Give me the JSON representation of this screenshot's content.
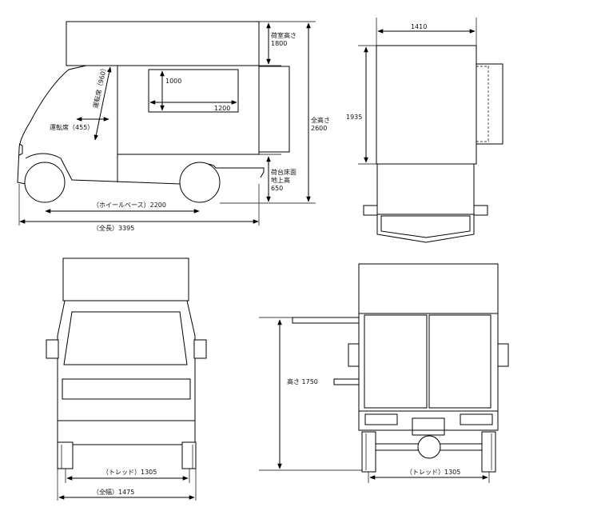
{
  "side_view": {
    "cargo_height": {
      "label": "荷室高さ",
      "value": "1800"
    },
    "total_height": {
      "label": "全高さ",
      "value": "2600"
    },
    "floor_height": {
      "line1": "荷台床面",
      "line2": "地上高",
      "value": "650"
    },
    "inner_height": "1000",
    "inner_length": "1200",
    "driver_seat_diag": "運転席（960）",
    "driver_seat_width": "運転席（455）",
    "wheelbase": "（ホイールベース）2200",
    "total_length": "（全長）3395"
  },
  "top_view": {
    "width": "1410",
    "length": "1935"
  },
  "front_view": {
    "tread": "（トレッド）1305",
    "total_width": "（全幅）1475"
  },
  "rear_view": {
    "height": "高さ 1750",
    "tread": "（トレッド）1305"
  }
}
